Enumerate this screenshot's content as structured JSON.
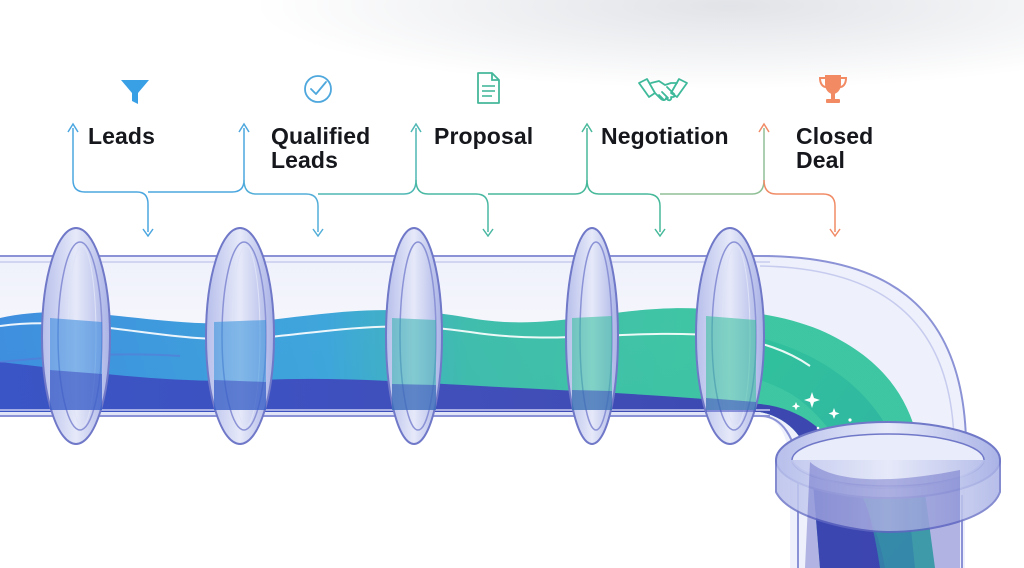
{
  "stages": [
    {
      "label": "Leads",
      "icon": "funnel-icon",
      "color": "#3aa0e6"
    },
    {
      "label": "Qualified\nLeads",
      "icon": "check-circle-icon",
      "color": "#4ea7dd"
    },
    {
      "label": "Proposal",
      "icon": "document-icon",
      "color": "#45b79a"
    },
    {
      "label": "Negotiation",
      "icon": "handshake-icon",
      "color": "#3eb99a"
    },
    {
      "label": "Closed\nDeal",
      "icon": "trophy-icon",
      "color": "#f28a63"
    }
  ],
  "colors": {
    "water_blue": "#2e7fd8",
    "water_teal": "#2fc09a",
    "water_deep": "#3f42b8",
    "pipe_glass": "#c9cff3",
    "pipe_outline": "#7078c8"
  }
}
